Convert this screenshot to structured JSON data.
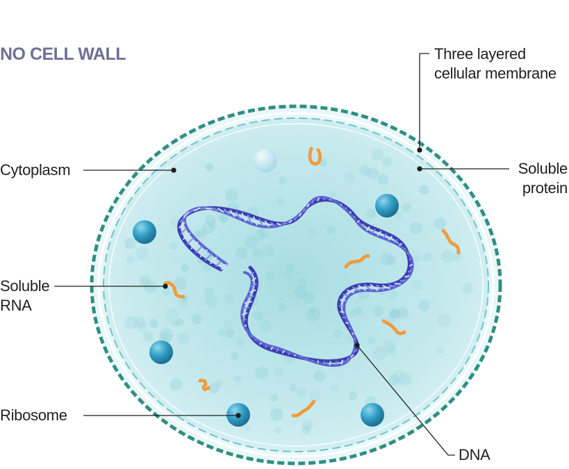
{
  "title": "NO CELL WALL",
  "labels": {
    "membrane": [
      "Three layered",
      "cellular membrane"
    ],
    "cytoplasm": "Cytoplasm",
    "soluble_protein": [
      "Soluble",
      "protein"
    ],
    "soluble_rna": [
      "Soluble",
      "RNA"
    ],
    "ribosome": "Ribosome",
    "dna": "DNA"
  },
  "colors": {
    "title": "#6e6f94",
    "membrane_outer": "#2f8f83",
    "cytoplasm": "#bfe6ea",
    "dna": "#3b3fb0",
    "ribosome": "#2f9cc4",
    "rna": "#f39a3a"
  }
}
